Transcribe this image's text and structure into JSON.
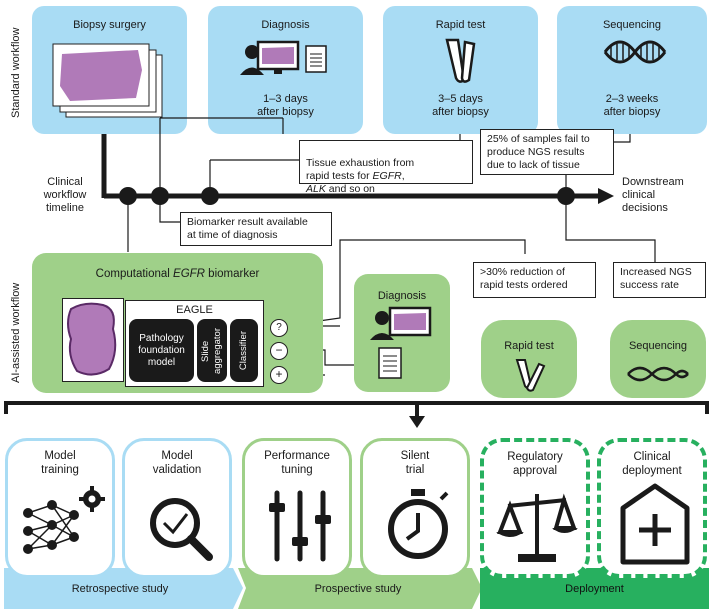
{
  "standard_workflow": {
    "side_label": "Standard workflow",
    "biopsy_title": "Biopsy surgery",
    "diagnosis_title": "Diagnosis",
    "diagnosis_time": "1–3 days\nafter biopsy",
    "rapid_title": "Rapid test",
    "rapid_time": "3–5 days\nafter biopsy",
    "seq_title": "Sequencing",
    "seq_time": "2–3 weeks\nafter biopsy"
  },
  "timeline": {
    "label": "Clinical\nworkflow\ntimeline",
    "end_label": "Downstream\nclinical\ndecisions",
    "note_tissue_a": "Tissue exhaustion from\nrapid tests for ",
    "note_tissue_egfr": "EGFR",
    "note_tissue_b": ",",
    "note_tissue_alk": "ALK",
    "note_tissue_c": " and so on",
    "note_ngs": "25% of samples fail to\nproduce NGS results\ndue to lack of tissue",
    "note_biomarker": "Biomarker result available\nat time of diagnosis"
  },
  "ai_workflow": {
    "side_label": "AI-assisted workflow",
    "comp_title_a": "Computational ",
    "comp_title_b": "EGFR",
    "comp_title_c": " biomarker",
    "eagle": "EAGLE",
    "pathology": "Pathology\nfoundation\nmodel",
    "slide_agg": "Slide\naggregator",
    "classifier": "Classifier",
    "out_q": "?",
    "out_neg": "−",
    "out_pos": "+",
    "diagnosis_title": "Diagnosis",
    "rapid_title": "Rapid test",
    "seq_title": "Sequencing",
    "note_reduction": ">30% reduction of\nrapid tests ordered",
    "note_ngs": "Increased NGS\nsuccess rate"
  },
  "stages": [
    {
      "label": "Model\ntraining",
      "icon": "neural-network-icon"
    },
    {
      "label": "Model\nvalidation",
      "icon": "magnifier-check-icon"
    },
    {
      "label": "Performance\ntuning",
      "icon": "sliders-icon"
    },
    {
      "label": "Silent\ntrial",
      "icon": "stopwatch-icon"
    },
    {
      "label": "Regulatory\napproval",
      "icon": "scales-icon"
    },
    {
      "label": "Clinical\ndeployment",
      "icon": "hospital-icon"
    }
  ],
  "bands": {
    "retrospective": "Retrospective study",
    "prospective": "Prospective study",
    "deployment": "Deployment"
  },
  "colors": {
    "blue": "#a9dcf4",
    "green": "#9fd089",
    "dark_green": "#27b05f",
    "tissue": "#b07ab8"
  }
}
